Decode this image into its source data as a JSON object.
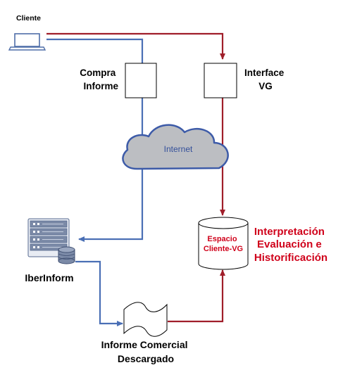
{
  "nodes": {
    "client": "Cliente",
    "buy_report": [
      "Compra",
      "Informe"
    ],
    "interface_vg": [
      "Interface",
      "VG"
    ],
    "internet": "Internet",
    "iberinform": "IberInform",
    "storage": [
      "Espacio",
      "Cliente-VG"
    ],
    "storage_note": [
      "Interpretación",
      "Evaluación e",
      "Historificación"
    ],
    "report_doc": [
      "Informe Comercial",
      "Descargado"
    ]
  },
  "colors": {
    "blue_flow": "#4a6fb5",
    "red_flow": "#a01e2a",
    "red_text": "#d0021b",
    "cloud_fill": "#bcbec2",
    "cloud_stroke": "#3d5ba8",
    "internet_text": "#34509a"
  }
}
